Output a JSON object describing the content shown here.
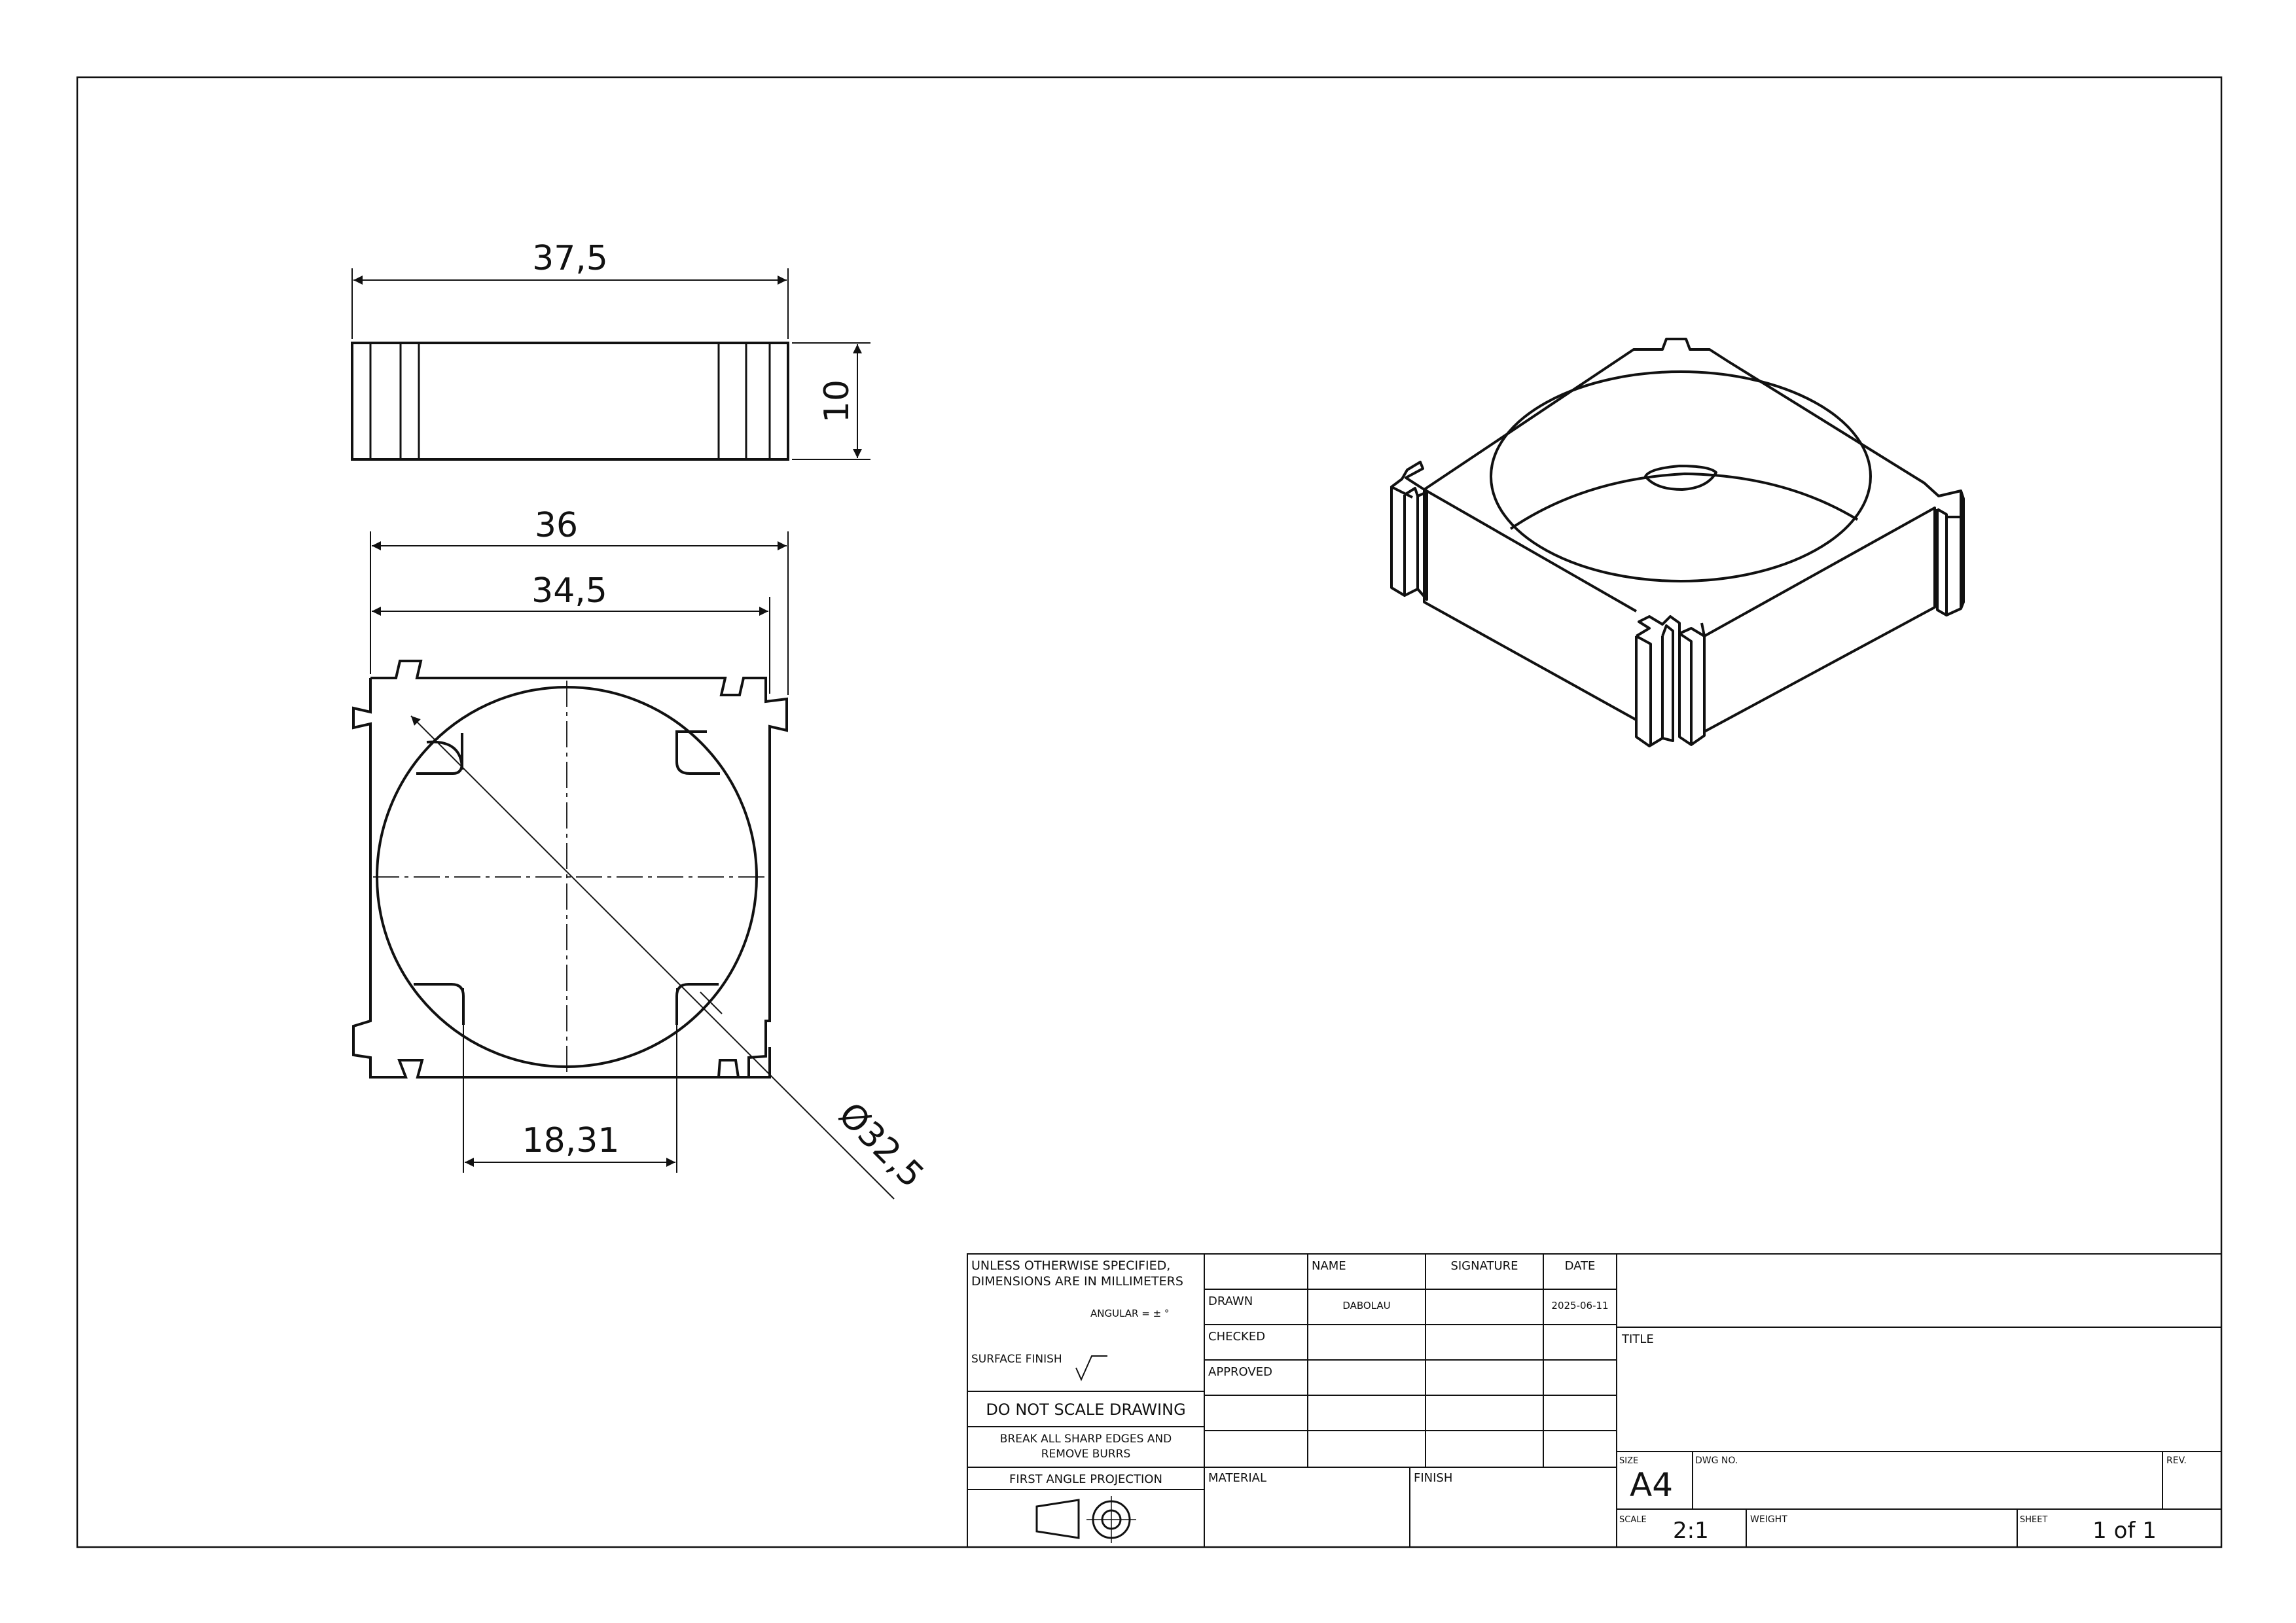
{
  "dimensions": {
    "top_view_width": "37,5",
    "top_view_height": "10",
    "plan_outer_width": "36",
    "plan_inner_width": "34,5",
    "plan_chord": "18,31",
    "plan_diameter": "Ø32,5"
  },
  "title_block": {
    "general_note_line1": "UNLESS OTHERWISE SPECIFIED,",
    "general_note_line2": "DIMENSIONS ARE IN MILLIMETERS",
    "angular": "ANGULAR = ± °",
    "surface_finish": "SURFACE FINISH",
    "do_not_scale": "DO NOT SCALE DRAWING",
    "break_edges_line1": "BREAK ALL SHARP EDGES AND",
    "break_edges_line2": "REMOVE BURRS",
    "projection": "FIRST ANGLE PROJECTION",
    "header_name": "NAME",
    "header_signature": "SIGNATURE",
    "header_date": "DATE",
    "row_drawn": "DRAWN",
    "row_checked": "CHECKED",
    "row_approved": "APPROVED",
    "drawn_name": "DABOLAU",
    "drawn_date": "2025-06-11",
    "material_label": "MATERIAL",
    "finish_label": "FINISH",
    "title_label": "TITLE",
    "size_label": "SIZE",
    "size_value": "A4",
    "dwg_no_label": "DWG NO.",
    "rev_label": "REV.",
    "scale_label": "SCALE",
    "scale_value": "2:1",
    "weight_label": "WEIGHT",
    "sheet_label": "SHEET",
    "sheet_value": "1 of 1"
  }
}
